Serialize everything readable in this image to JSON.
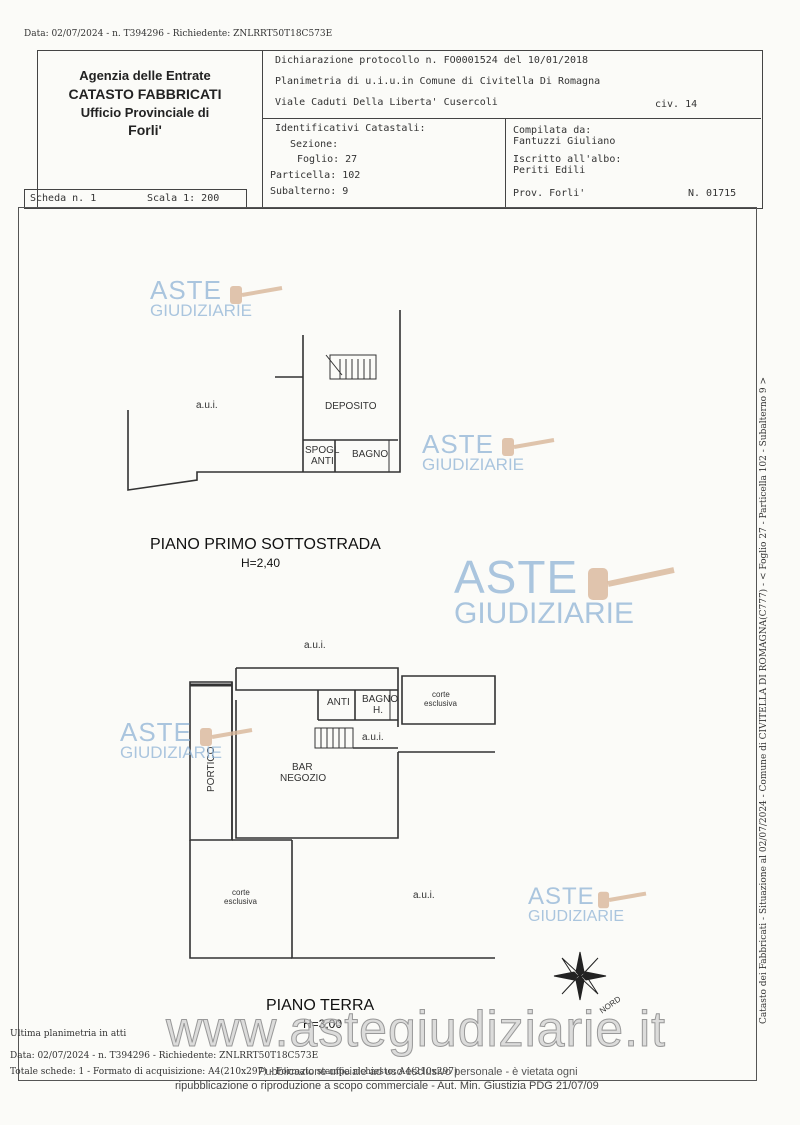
{
  "header_line": "Data: 02/07/2024 - n. T394296 - Richiedente: ZNLRRT50T18C573E",
  "agency": {
    "line1": "Agenzia delle Entrate",
    "line2": "CATASTO FABBRICATI",
    "line3": "Ufficio Provinciale di",
    "line4": "Forli'"
  },
  "declaration": {
    "protocol": "Dichiarazione protocollo n. FO0001524 del 10/01/2018",
    "plan": "Planimetria di u.i.u.in Comune di Civitella Di Romagna",
    "address": "Viale Caduti Della Liberta' Cusercoli",
    "civ": "civ. 14"
  },
  "identifiers": {
    "title": "Identificativi Catastali:",
    "sezione": "Sezione:",
    "foglio": "Foglio: 27",
    "particella": "Particella: 102",
    "subalterno": "Subalterno: 9"
  },
  "compiled": {
    "label": "Compilata da:",
    "name": "Fantuzzi Giuliano",
    "albo_label": "Iscritto all'albo:",
    "albo": "Periti Edili",
    "prov": "Prov. Forli'",
    "number": "N. 01715"
  },
  "scheda": "Scheda n. 1",
  "scala": "Scala 1: 200",
  "floors": {
    "basement": {
      "title": "PIANO PRIMO SOTTOSTRADA",
      "height": "H=2,40",
      "rooms": {
        "aui": "a.u.i.",
        "deposito": "DEPOSITO",
        "spogl": "SPOGL",
        "anti": "ANTI",
        "bagno": "BAGNO"
      }
    },
    "ground": {
      "title": "PIANO TERRA",
      "height": "H=3,00",
      "rooms": {
        "aui_top": "a.u.i.",
        "anti": "ANTI",
        "bagno": "BAGNO",
        "h": "H.",
        "corte1": "corte",
        "esclusiva1": "esclusiva",
        "aui_mid": "a.u.i.",
        "portico": "PORTICO",
        "bar": "BAR",
        "negozio": "NEGOZIO",
        "corte2": "corte",
        "esclusiva2": "esclusiva",
        "aui_right": "a.u.i."
      }
    }
  },
  "compass_label": "NORD",
  "watermark": {
    "line1": "ASTE",
    "line2": "GIUDIZIARIE",
    "site": "www.astegiudiziarie.it",
    "color": "#8fb3d6"
  },
  "footer": {
    "last_plan": "Ultima planimetria in atti",
    "data_line": "Data: 02/07/2024 - n. T394296 - Richiedente: ZNLRRT50T18C573E",
    "totale": "Totale schede: 1 - Formato di acquisizione: A4(210x297) - Formato stampa richiesto: A4(210x297)",
    "notice1": "Pubblicazione ufficiale ad uso esclusivo personale - è vietata ogni",
    "notice2": "ripubblicazione o riproduzione a scopo commerciale - Aut. Min. Giustizia PDG 21/07/09"
  },
  "side_text": "Catasto dei Fabbricati - Situazione al 02/07/2024 - Comune di CIVITELLA DI ROMAGNA(C777) - < Foglio 27 - Particella 102 - Subalterno 9 >"
}
